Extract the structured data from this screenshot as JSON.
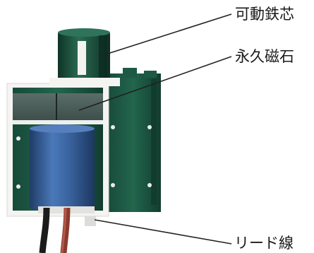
{
  "labels": {
    "plunger": "可動鉄芯",
    "permanent_magnet": "永久磁石",
    "lead_wire": "リード線"
  },
  "colors": {
    "housing_green": "#1e5a46",
    "housing_dark": "#123d30",
    "coil_blue": "#3a64a0",
    "magnet_gray": "#4e5f5b",
    "frame_white": "#f4f4f2",
    "wire_red": "#8b3a2e",
    "wire_black": "#1b1b1b",
    "leader_line": "#222222"
  },
  "icons": {
    "plunger": "cylinder-core",
    "coil": "blue-coil-cylinder",
    "magnet": "gray-ring-magnet",
    "housing": "green-case"
  }
}
